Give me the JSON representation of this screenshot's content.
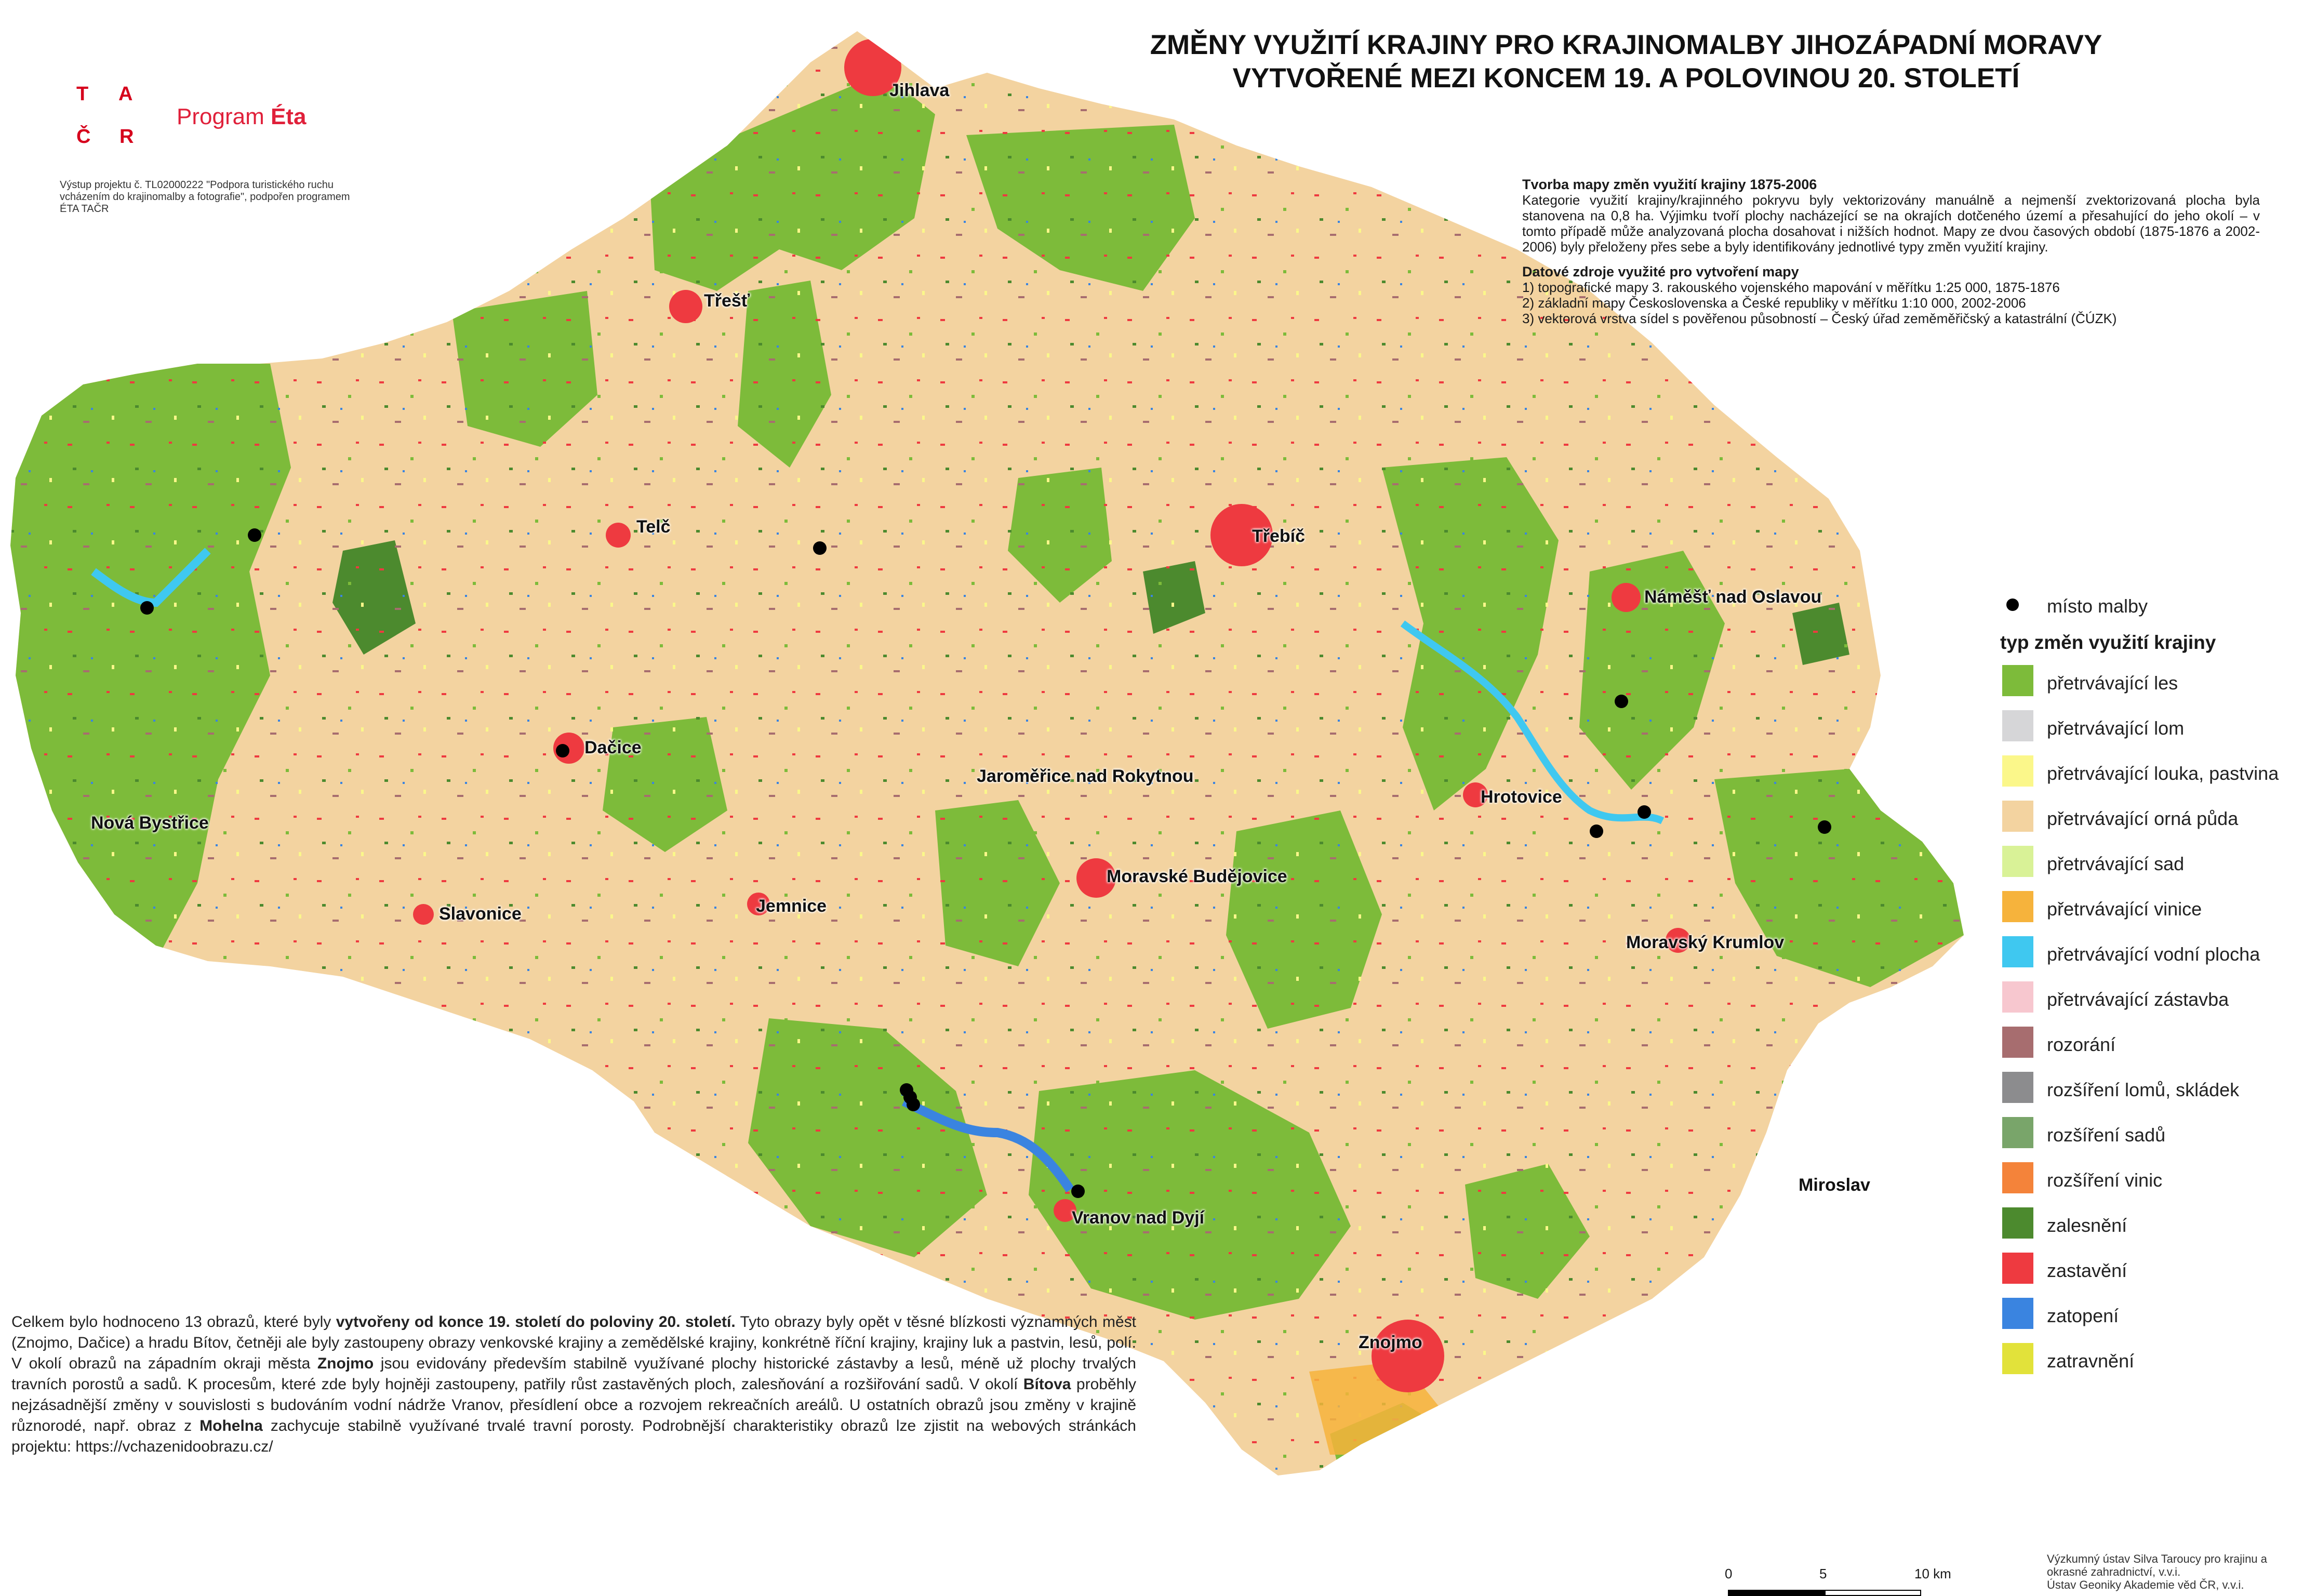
{
  "header": {
    "title_line1": "ZMĚNY VYUŽITÍ KRAJINY PRO KRAJINOMALBY JIHOZÁPADNÍ MORAVY",
    "title_line2": "VYTVOŘENÉ MEZI KONCEM 19. A POLOVINOU 20. STOLETÍ"
  },
  "logo": {
    "letters": [
      "T",
      "A",
      "Č",
      "R"
    ],
    "program_prefix": "Program ",
    "program_name": "Éta"
  },
  "project_note": "Výstup projektu č. TL02000222 \"Podpora turistického ruchu vcházením do krajinomalby a fotografie\", podpořen programem ÉTA TAČR",
  "method": {
    "heading": "Tvorba mapy změn využití krajiny 1875-2006",
    "text": "Kategorie využití krajiny/krajinného pokryvu byly vektorizovány manuálně a nejmenší zvektorizovaná plocha byla stanovena na 0,8 ha. Výjimku tvoří plochy nacházející se na okrajích dotčeného území a přesahující do jeho okolí – v tomto případě může analyzovaná plocha dosahovat i nižších hodnot. Mapy ze dvou časových období (1875-1876 a 2002-2006) byly přeloženy přes sebe a byly identifikovány jednotlivé typy změn využití krajiny."
  },
  "sources": {
    "heading": "Datové zdroje využité pro vytvoření mapy",
    "items": [
      "1) topografické mapy 3. rakouského vojenského mapování v měřítku 1:25 000, 1875-1876",
      "2) základní mapy Československa a České republiky v měřítku 1:10 000, 2002-2006",
      "3) vektorová vrstva sídel s pověřenou působností – Český úřad zeměměřičský a katastrální (ČÚZK)"
    ]
  },
  "legend": {
    "point_label": "místo malby",
    "heading": "typ změn využití krajiny",
    "items": [
      {
        "label": "přetrvávající les",
        "color": "#7dbb3a"
      },
      {
        "label": "přetrvávající lom",
        "color": "#d6d6d8"
      },
      {
        "label": "přetrvávající louka, pastvina",
        "color": "#fbf78a"
      },
      {
        "label": "přetrvávající orná půda",
        "color": "#f3d3a0"
      },
      {
        "label": "přetrvávající sad",
        "color": "#d9f297"
      },
      {
        "label": "přetrvávající vinice",
        "color": "#f6b33c"
      },
      {
        "label": "přetrvávající vodní plocha",
        "color": "#3fc8f0"
      },
      {
        "label": "přetrvávající zástavba",
        "color": "#f7c7cf"
      },
      {
        "label": "rozorání",
        "color": "#a76d6f"
      },
      {
        "label": "rozšíření lomů, skládek",
        "color": "#8c8c8e"
      },
      {
        "label": "rozšíření sadů",
        "color": "#79a56a"
      },
      {
        "label": "rozšíření vinic",
        "color": "#f4833a"
      },
      {
        "label": "zalesnění",
        "color": "#4c8a2e"
      },
      {
        "label": "zastavění",
        "color": "#ee3a40"
      },
      {
        "label": "zatopení",
        "color": "#3a84e0"
      },
      {
        "label": "zatravnění",
        "color": "#e2e23a"
      }
    ]
  },
  "places": [
    {
      "name": "Jihlava"
    },
    {
      "name": "Třešť"
    },
    {
      "name": "Telč"
    },
    {
      "name": "Třebíč"
    },
    {
      "name": "Náměšť nad Oslavou"
    },
    {
      "name": "Dačice"
    },
    {
      "name": "Nová Bystřice"
    },
    {
      "name": "Jaroměřice nad Rokytnou"
    },
    {
      "name": "Hrotovice"
    },
    {
      "name": "Moravské Budějovice"
    },
    {
      "name": "Slavonice"
    },
    {
      "name": "Jemnice"
    },
    {
      "name": "Moravský Krumlov"
    },
    {
      "name": "Miroslav"
    },
    {
      "name": "Vranov nad Dyjí"
    },
    {
      "name": "Znojmo"
    }
  ],
  "summary": {
    "p1": "Celkem bylo hodnoceno 13 obrazů, které byly ",
    "b1": "vytvořeny od konce 19. století do poloviny 20. století.",
    "p2": " Tyto obrazy byly opět v těsné blízkosti významných měst (Znojmo, Dačice) a hradu Bítov, četněji ale byly zastoupeny obrazy venkovské krajiny a zemědělské krajiny, konkrétně říční krajiny, krajiny luk a pastvin, lesů, polí. V okolí obrazů na západním okraji města ",
    "b2": "Znojmo",
    "p3": " jsou evidovány především stabilně využívané plochy historické zástavby a lesů, méně už plochy trvalých travních porostů a sadů. K procesům, které zde byly hojněji zastoupeny, patřily růst zastavěných ploch, zalesňování a rozšiřování sadů. V okolí ",
    "b3": "Bítova",
    "p4": " proběhly nejzásadnější změny v souvislosti s budováním vodní nádrže Vranov, přesídlení obce a rozvojem rekreačních areálů. U ostatních obrazů jsou změny v krajině různorodé, např. obraz z ",
    "b4": "Mohelna",
    "p5": " zachycuje stabilně využívané trvalé travní porosty. Podrobnější charakteristiky obrazů lze zjistit na webových stránkách projektu: https://vchazenidoobrazu.cz/"
  },
  "scale": {
    "labels": [
      "0",
      "5",
      "10 km"
    ]
  },
  "credits": {
    "line1": "Výzkumný ústav Silva Taroucy pro krajinu a okrasné zahradnictví, v.v.i.",
    "line2": "Ústav Geoniky Akademie věd ČR, v.v.i."
  }
}
